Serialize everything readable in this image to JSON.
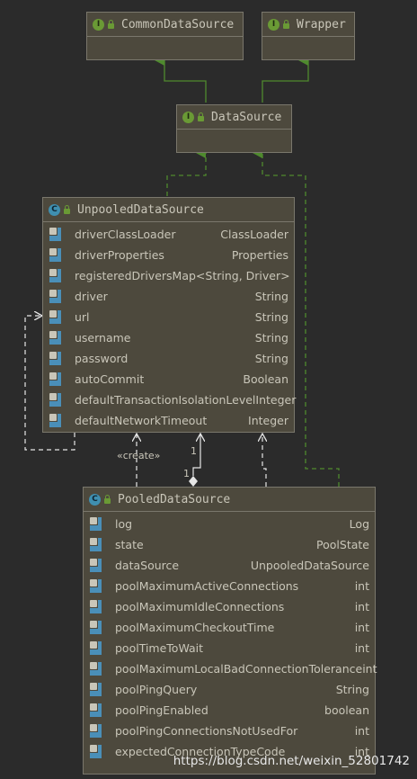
{
  "colors": {
    "background": "#2b2b2b",
    "box_fill": "#4d493d",
    "box_border": "#7a776c",
    "edge_green": "#4f8a2e",
    "edge_white": "#e6e6e6",
    "interface_badge": "#6a9a35",
    "class_badge": "#3f8fb0"
  },
  "interfaces": {
    "common_data_source": {
      "name": "CommonDataSource",
      "badge": "I"
    },
    "wrapper": {
      "name": "Wrapper",
      "badge": "I"
    },
    "data_source": {
      "name": "DataSource",
      "badge": "I"
    }
  },
  "unpooled": {
    "name": "UnpooledDataSource",
    "badge": "C",
    "fields": [
      {
        "name": "driverClassLoader",
        "type": "ClassLoader"
      },
      {
        "name": "driverProperties",
        "type": "Properties"
      },
      {
        "name": "registeredDrivers",
        "type": "Map<String, Driver>"
      },
      {
        "name": "driver",
        "type": "String"
      },
      {
        "name": "url",
        "type": "String"
      },
      {
        "name": "username",
        "type": "String"
      },
      {
        "name": "password",
        "type": "String"
      },
      {
        "name": "autoCommit",
        "type": "Boolean"
      },
      {
        "name": "defaultTransactionIsolationLevel",
        "type": "Integer"
      },
      {
        "name": "defaultNetworkTimeout",
        "type": "Integer"
      }
    ]
  },
  "pooled": {
    "name": "PooledDataSource",
    "badge": "C",
    "fields": [
      {
        "name": "log",
        "type": "Log"
      },
      {
        "name": "state",
        "type": "PoolState"
      },
      {
        "name": "dataSource",
        "type": "UnpooledDataSource"
      },
      {
        "name": "poolMaximumActiveConnections",
        "type": "int"
      },
      {
        "name": "poolMaximumIdleConnections",
        "type": "int"
      },
      {
        "name": "poolMaximumCheckoutTime",
        "type": "int"
      },
      {
        "name": "poolTimeToWait",
        "type": "int"
      },
      {
        "name": "poolMaximumLocalBadConnectionTolerance",
        "type": "int"
      },
      {
        "name": "poolPingQuery",
        "type": "String"
      },
      {
        "name": "poolPingEnabled",
        "type": "boolean"
      },
      {
        "name": "poolPingConnectionsNotUsedFor",
        "type": "int"
      },
      {
        "name": "expectedConnectionTypeCode",
        "type": "int"
      }
    ]
  },
  "edge_labels": {
    "create": "«create»",
    "mult_top": "1",
    "mult_bottom": "1"
  },
  "watermark": "https://blog.csdn.net/weixin_52801742"
}
